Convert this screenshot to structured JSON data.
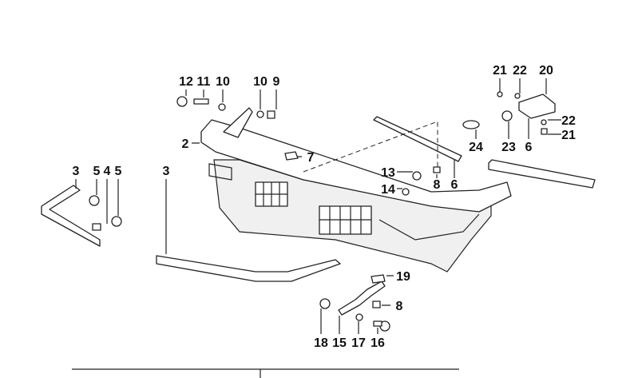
{
  "diagram": {
    "title": "Front bumper exploded parts diagram",
    "callouts": [
      "12",
      "11",
      "10",
      "10",
      "9",
      "2",
      "7",
      "3",
      "5",
      "4",
      "5",
      "3",
      "13",
      "14",
      "8",
      "6",
      "21",
      "22",
      "20",
      "24",
      "23",
      "6",
      "22",
      "21",
      "19",
      "8",
      "18",
      "15",
      "17",
      "16"
    ]
  }
}
